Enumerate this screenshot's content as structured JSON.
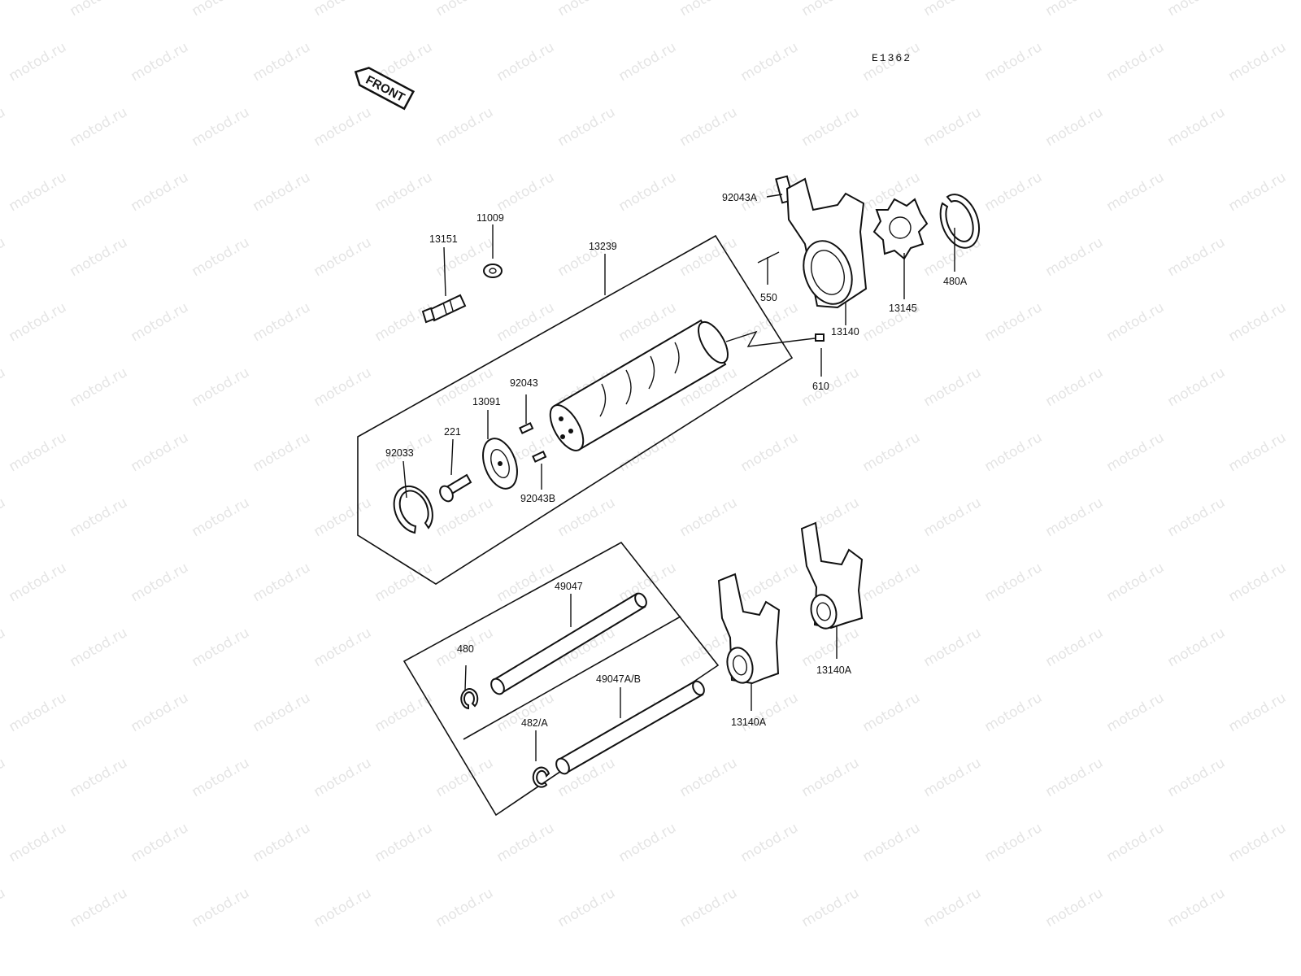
{
  "diagram": {
    "code": "E1362",
    "front_label": "FRONT",
    "watermark": "motod.ru"
  },
  "labels": {
    "l13151": "13151",
    "l11009": "11009",
    "l13239": "13239",
    "l92043A": "92043A",
    "l550": "550",
    "l13140": "13140",
    "l13145": "13145",
    "l480A": "480A",
    "l610": "610",
    "l92043": "92043",
    "l13091": "13091",
    "l221": "221",
    "l92033": "92033",
    "l92043B": "92043B",
    "l49047": "49047",
    "l480": "480",
    "l49047AB": "49047A/B",
    "l482A": "482/A",
    "l13140A_1": "13140A",
    "l13140A_2": "13140A"
  }
}
